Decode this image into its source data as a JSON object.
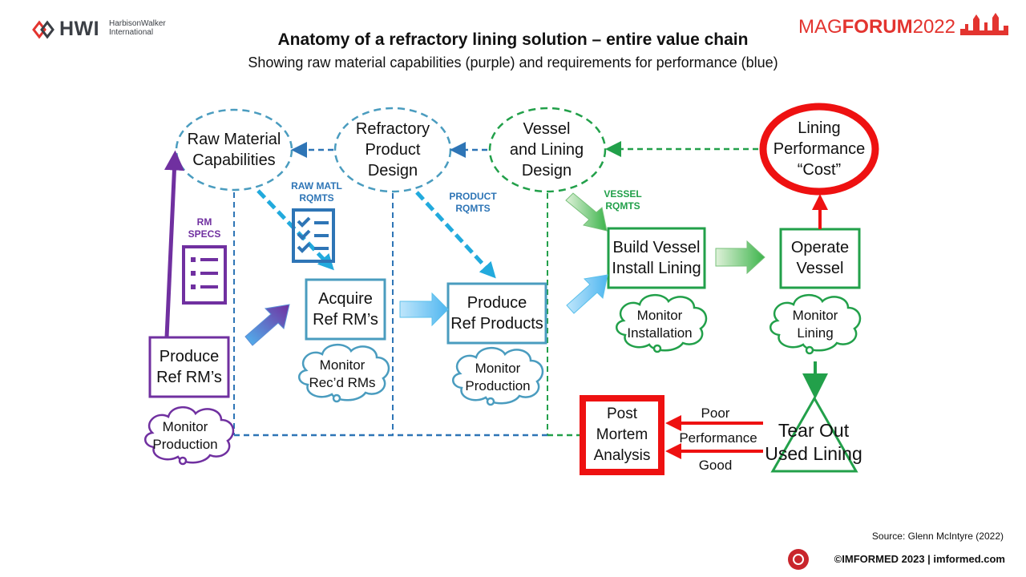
{
  "header": {
    "logo_left": {
      "brand": "HWI",
      "sub_line1": "HarbisonWalker",
      "sub_line2": "International"
    },
    "logo_right": {
      "mag": "MAG",
      "forum": "FORUM",
      "year": "2022"
    },
    "title": "Anatomy of a refractory lining solution – entire value chain",
    "subtitle": "Showing raw material capabilities (purple) and requirements for performance (blue)"
  },
  "nodes": {
    "raw_material": [
      "Raw Material",
      "Capabilities"
    ],
    "refractory_design": [
      "Refractory",
      "Product",
      "Design"
    ],
    "vessel_design": [
      "Vessel",
      "and Lining",
      "Design"
    ],
    "lining_performance": [
      "Lining",
      "Performance",
      "“Cost”"
    ],
    "produce_ref_rms": [
      "Produce",
      "Ref RM’s"
    ],
    "acquire_ref_rms": [
      "Acquire",
      "Ref RM’s"
    ],
    "produce_ref_products": [
      "Produce",
      "Ref Products"
    ],
    "build_vessel": [
      "Build Vessel",
      "Install Lining"
    ],
    "operate_vessel": [
      "Operate",
      "Vessel"
    ],
    "tear_out": [
      "Tear Out",
      "Used Lining"
    ],
    "post_mortem": [
      "Post",
      "Mortem",
      "Analysis"
    ]
  },
  "clouds": {
    "monitor_production_purple": [
      "Monitor",
      "Production"
    ],
    "monitor_recd_rms": [
      "Monitor",
      "Rec’d RMs"
    ],
    "monitor_production_blue": [
      "Monitor",
      "Production"
    ],
    "monitor_installation": [
      "Monitor",
      "Installation"
    ],
    "monitor_lining": [
      "Monitor",
      "Lining"
    ]
  },
  "tags": {
    "rm_specs": [
      "RM",
      "SPECS"
    ],
    "raw_matl_rqmts": [
      "RAW MATL",
      "RQMTS"
    ],
    "product_rqmts": [
      "PRODUCT",
      "RQMTS"
    ],
    "vessel_rqmts": [
      "VESSEL",
      "RQMTS"
    ]
  },
  "feedback_labels": {
    "poor": "Poor",
    "performance": "Performance",
    "good": "Good"
  },
  "colors": {
    "purple": "#7030a0",
    "blue": "#2e75b6",
    "teal": "#31859c",
    "light_blue": "#5bc0eb",
    "green": "#22a04a",
    "red": "#ee1111"
  },
  "source": "Source: Glenn McIntyre (2022)",
  "footer": "©IMFORMED 2023 | imformed.com"
}
